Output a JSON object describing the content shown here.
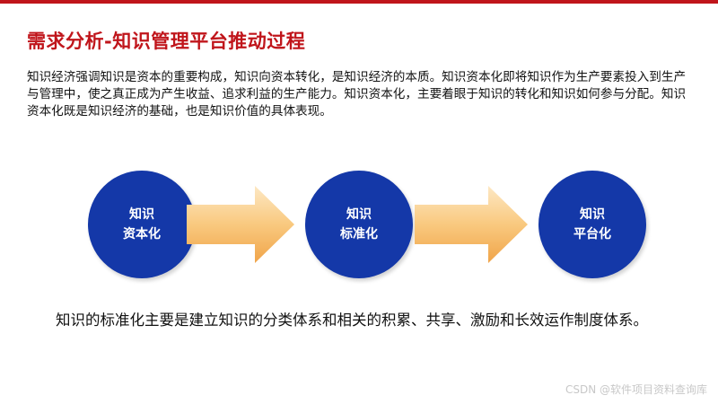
{
  "slide": {
    "title": "需求分析-知识管理平台推动过程",
    "intro": "知识经济强调知识是资本的重要构成，知识向资本转化，是知识经济的本质。知识资本化即将知识作为生产要素投入到生产与管理中，使之真正成为产生收益、追求利益的生产能力。知识资本化，主要着眼于知识的转化和知识如何参与分配。知识资本化既是知识经济的基础，也是知识价值的具体表现。",
    "summary": "知识的标准化主要是建立知识的分类体系和相关的积累、共享、激励和长效运作制度体系。",
    "watermark": "CSDN @软件项目资料查询库"
  },
  "flow": {
    "steps": [
      {
        "label": "知识\n资本化"
      },
      {
        "label": "知识\n标准化"
      },
      {
        "label": "知识\n平台化"
      }
    ]
  },
  "colors": {
    "title": "#c0151b",
    "circle": "#1438a8",
    "arrow_light": "#fde3b8",
    "arrow_dark": "#f3a94e"
  }
}
